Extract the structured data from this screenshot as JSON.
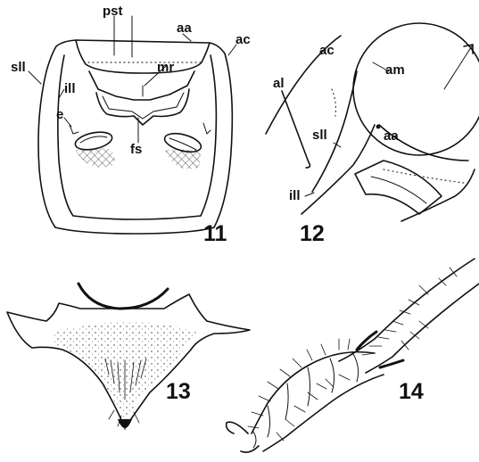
{
  "figures": {
    "fig11": {
      "number": "11",
      "labels": {
        "pst": "pst",
        "aa": "aa",
        "ac": "ac",
        "sll": "sll",
        "mr": "mr",
        "ill": "ill",
        "e": "e",
        "fs": "fs"
      }
    },
    "fig12": {
      "number": "12",
      "labels": {
        "ac": "ac",
        "al": "al",
        "am": "am",
        "sll": "sll",
        "aa": "aa",
        "ill": "ill"
      }
    },
    "fig13": {
      "number": "13"
    },
    "fig14": {
      "number": "14"
    }
  }
}
